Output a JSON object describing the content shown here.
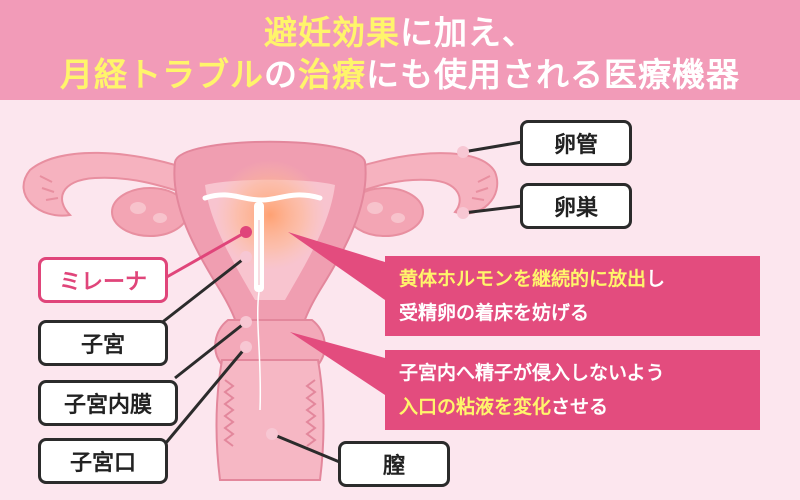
{
  "title": {
    "line1": [
      {
        "text": "避妊効果",
        "highlight": true
      },
      {
        "text": "に加え、",
        "highlight": false
      }
    ],
    "line2": [
      {
        "text": "月経トラブル",
        "highlight": true
      },
      {
        "text": "の",
        "highlight": false
      },
      {
        "text": "治療",
        "highlight": true
      },
      {
        "text": "にも使用される医療機器",
        "highlight": false
      }
    ]
  },
  "labels": {
    "fallopian_tube": "卵管",
    "ovary": "卵巣",
    "mirena": "ミレーナ",
    "uterus": "子宮",
    "endometrium": "子宮内膜",
    "cervix": "子宮口",
    "vagina": "膣"
  },
  "effects": {
    "hormone": {
      "line1": [
        {
          "text": "黄体ホルモンを継続的に放出",
          "highlight": true
        },
        {
          "text": "し",
          "highlight": false
        }
      ],
      "line2": [
        {
          "text": "受精卵の着床を妨げる",
          "highlight": false
        }
      ]
    },
    "mucus": {
      "line1": [
        {
          "text": "子宮内へ精子が侵入しないよう",
          "highlight": false
        }
      ],
      "line2": [
        {
          "text": "入口の粘液を変化",
          "highlight": true
        },
        {
          "text": "させる",
          "highlight": false
        }
      ]
    }
  },
  "colors": {
    "header_bg": "#f29bb8",
    "title_highlight": "#fff56b",
    "effect_box_bg": "#e34c7e",
    "mirena_label_border": "#e0457a"
  }
}
